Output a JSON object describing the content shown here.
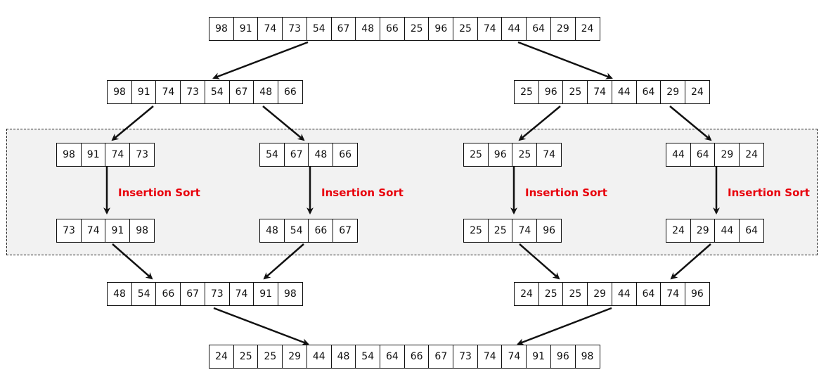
{
  "colors": {
    "label": "#e8000b",
    "region_fill": "#f2f2f2",
    "stroke": "#111111"
  },
  "arrays": {
    "root": [
      "98",
      "91",
      "74",
      "73",
      "54",
      "67",
      "48",
      "66",
      "25",
      "96",
      "25",
      "74",
      "44",
      "64",
      "29",
      "24"
    ],
    "left": [
      "98",
      "91",
      "74",
      "73",
      "54",
      "67",
      "48",
      "66"
    ],
    "right": [
      "25",
      "96",
      "25",
      "74",
      "44",
      "64",
      "29",
      "24"
    ],
    "q1": [
      "98",
      "91",
      "74",
      "73"
    ],
    "q2": [
      "54",
      "67",
      "48",
      "66"
    ],
    "q3": [
      "25",
      "96",
      "25",
      "74"
    ],
    "q4": [
      "44",
      "64",
      "29",
      "24"
    ],
    "s1": [
      "73",
      "74",
      "91",
      "98"
    ],
    "s2": [
      "48",
      "54",
      "66",
      "67"
    ],
    "s3": [
      "25",
      "25",
      "74",
      "96"
    ],
    "s4": [
      "24",
      "29",
      "44",
      "64"
    ],
    "mleft": [
      "48",
      "54",
      "66",
      "67",
      "73",
      "74",
      "91",
      "98"
    ],
    "mright": [
      "24",
      "25",
      "25",
      "29",
      "44",
      "64",
      "74",
      "96"
    ],
    "result": [
      "24",
      "25",
      "25",
      "29",
      "44",
      "48",
      "54",
      "64",
      "66",
      "67",
      "73",
      "74",
      "74",
      "91",
      "96",
      "98"
    ]
  },
  "labels": {
    "sort1": "Insertion Sort",
    "sort2": "Insertion Sort",
    "sort3": "Insertion Sort",
    "sort4": "Insertion Sort"
  }
}
